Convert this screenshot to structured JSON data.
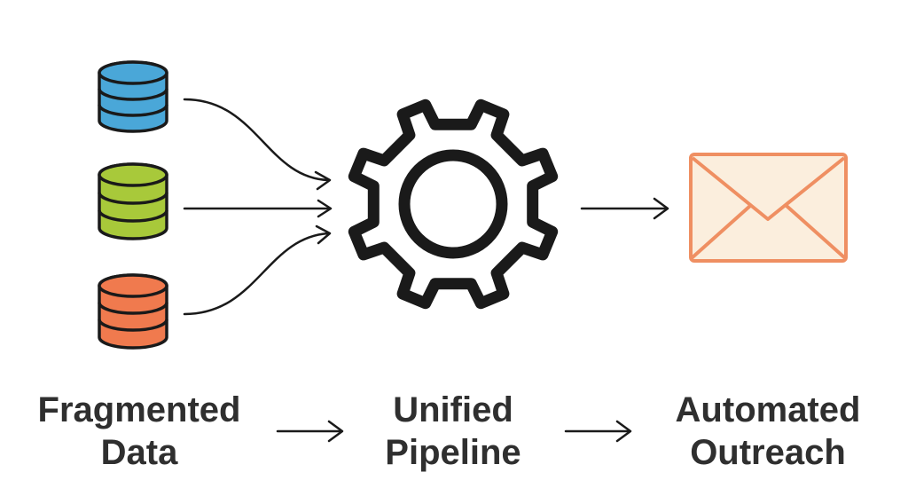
{
  "diagram": {
    "sources": [
      {
        "name": "database-blue",
        "color": "#4aa7d8"
      },
      {
        "name": "database-green",
        "color": "#a8c93a"
      },
      {
        "name": "database-orange",
        "color": "#f07a4e"
      }
    ],
    "process_icon": "gear-icon",
    "output_icon": "envelope-icon",
    "envelope": {
      "fill": "#fbeedd",
      "stroke": "#ef8f62"
    },
    "stroke_color": "#1a1a1a",
    "labels": {
      "stage1": {
        "line1": "Fragmented",
        "line2": "Data"
      },
      "stage2": {
        "line1": "Unified",
        "line2": "Pipeline"
      },
      "stage3": {
        "line1": "Automated",
        "line2": "Outreach"
      }
    }
  }
}
